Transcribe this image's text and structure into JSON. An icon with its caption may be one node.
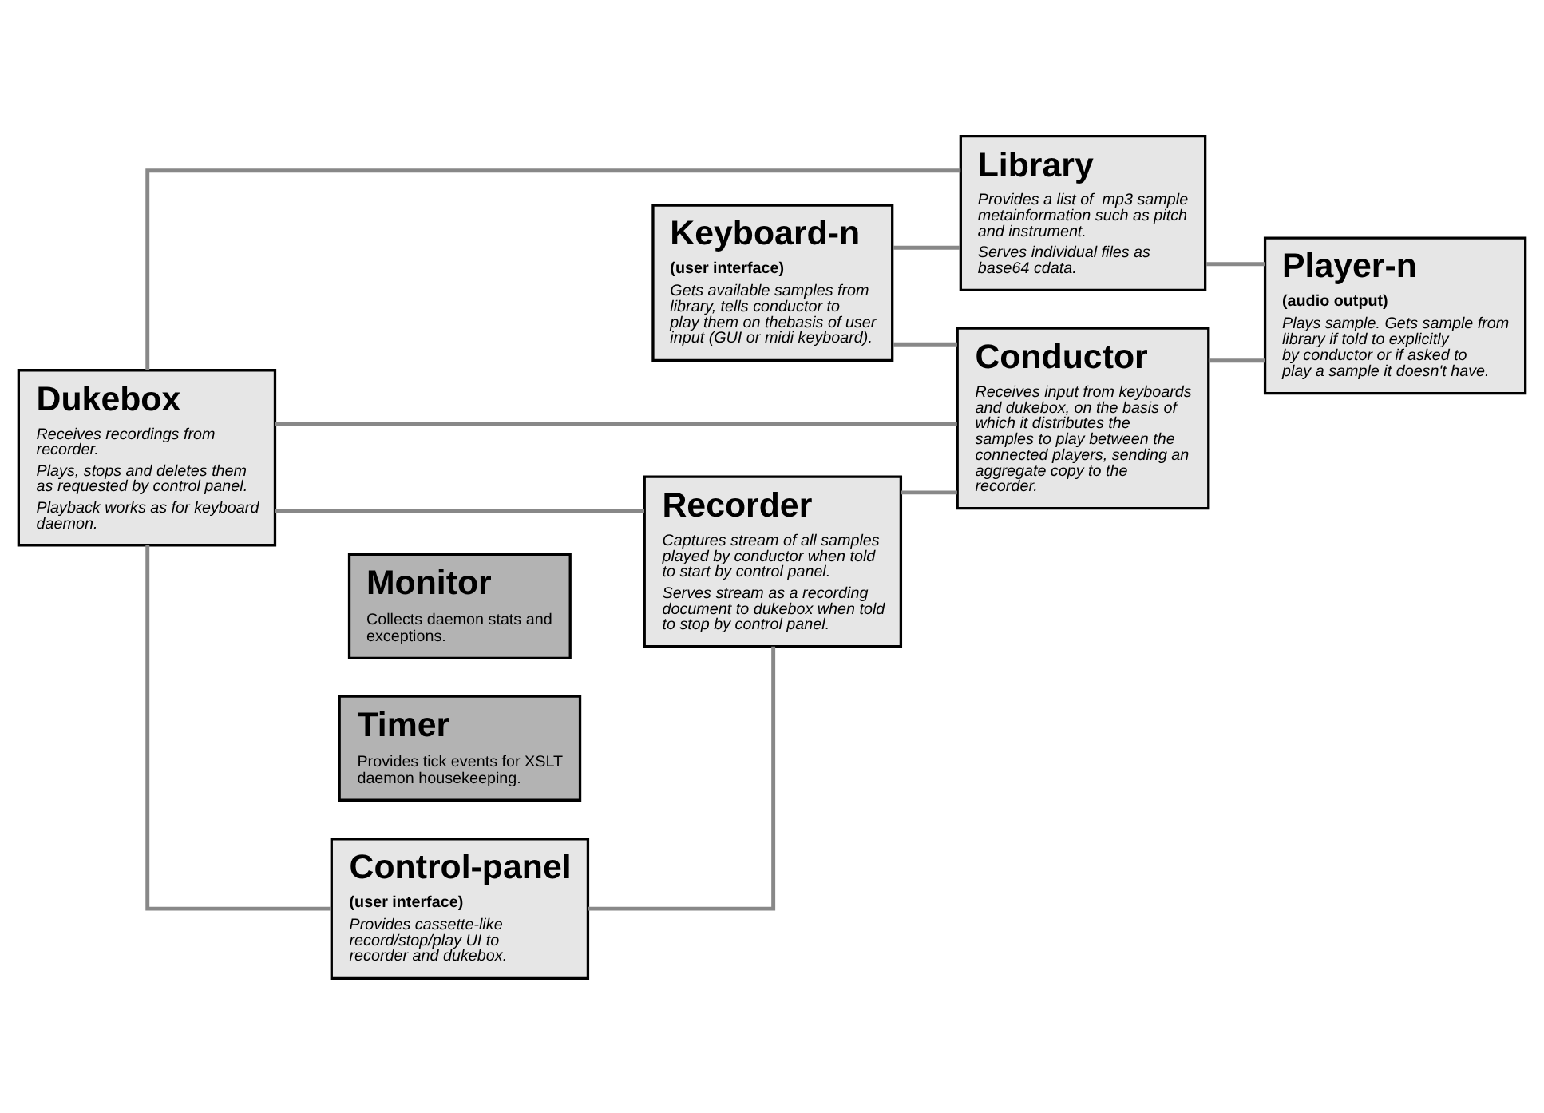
{
  "diagram": {
    "nodes": [
      {
        "text": [
          "Dukebox",
          "Receives recordings from recorder.",
          "Plays, stops and deletes them as requested by control panel.",
          "Playback works as for keyboard daemon."
        ]
      },
      {
        "text": [
          "Library",
          "Provides a list of  mp3 sample metainformation such as pitch and instrument.",
          "Serves individual files as base64 cdata."
        ]
      },
      {
        "text": [
          "Keyboard-n",
          "(user interface)",
          "Gets available samples from library, tells conductor to play them on thebasis of user input (GUI or midi keyboard)."
        ]
      },
      {
        "text": [
          "Conductor",
          "Receives input from keyboards and dukebox, on the basis of which it distributes the samples to play between the connected players, sending an aggregate copy to the recorder."
        ]
      },
      {
        "text": [
          "Monitor",
          "Collects daemon stats and exceptions."
        ]
      },
      {
        "text": [
          "Timer",
          "Provides tick events for XSLT daemon housekeeping."
        ]
      },
      {
        "text": [
          "Recorder",
          "Captures stream of all samples played by conductor when told to start by control panel.",
          "Serves stream as a recording document to dukebox when told to stop by control panel."
        ]
      },
      {
        "text": [
          "Control-panel",
          "(user interface)",
          "Provides cassette-like record/stop/play UI to recorder and dukebox."
        ]
      },
      {
        "text": [
          "Player-n",
          "(audio output)",
          "Plays sample. Gets sample from library if told to explicitly by conductor or if asked to play a sample it doesn't have."
        ]
      }
    ],
    "edges": [
      {
        "from": 0,
        "to": 1,
        "arrow": "none"
      },
      {
        "from": 0,
        "to": 3,
        "arrow": "none"
      },
      {
        "from": 0,
        "to": 6,
        "arrow": "none"
      },
      {
        "from": 0,
        "to": 7,
        "arrow": "none"
      },
      {
        "from": 2,
        "to": 1,
        "arrow": "none"
      },
      {
        "from": 2,
        "to": 3,
        "arrow": "none"
      },
      {
        "from": 6,
        "to": 3,
        "arrow": "none"
      },
      {
        "from": 7,
        "to": 6,
        "arrow": "none"
      },
      {
        "from": 3,
        "to": 8,
        "arrow": "none"
      },
      {
        "from": 1,
        "to": 8,
        "arrow": "none"
      }
    ]
  }
}
